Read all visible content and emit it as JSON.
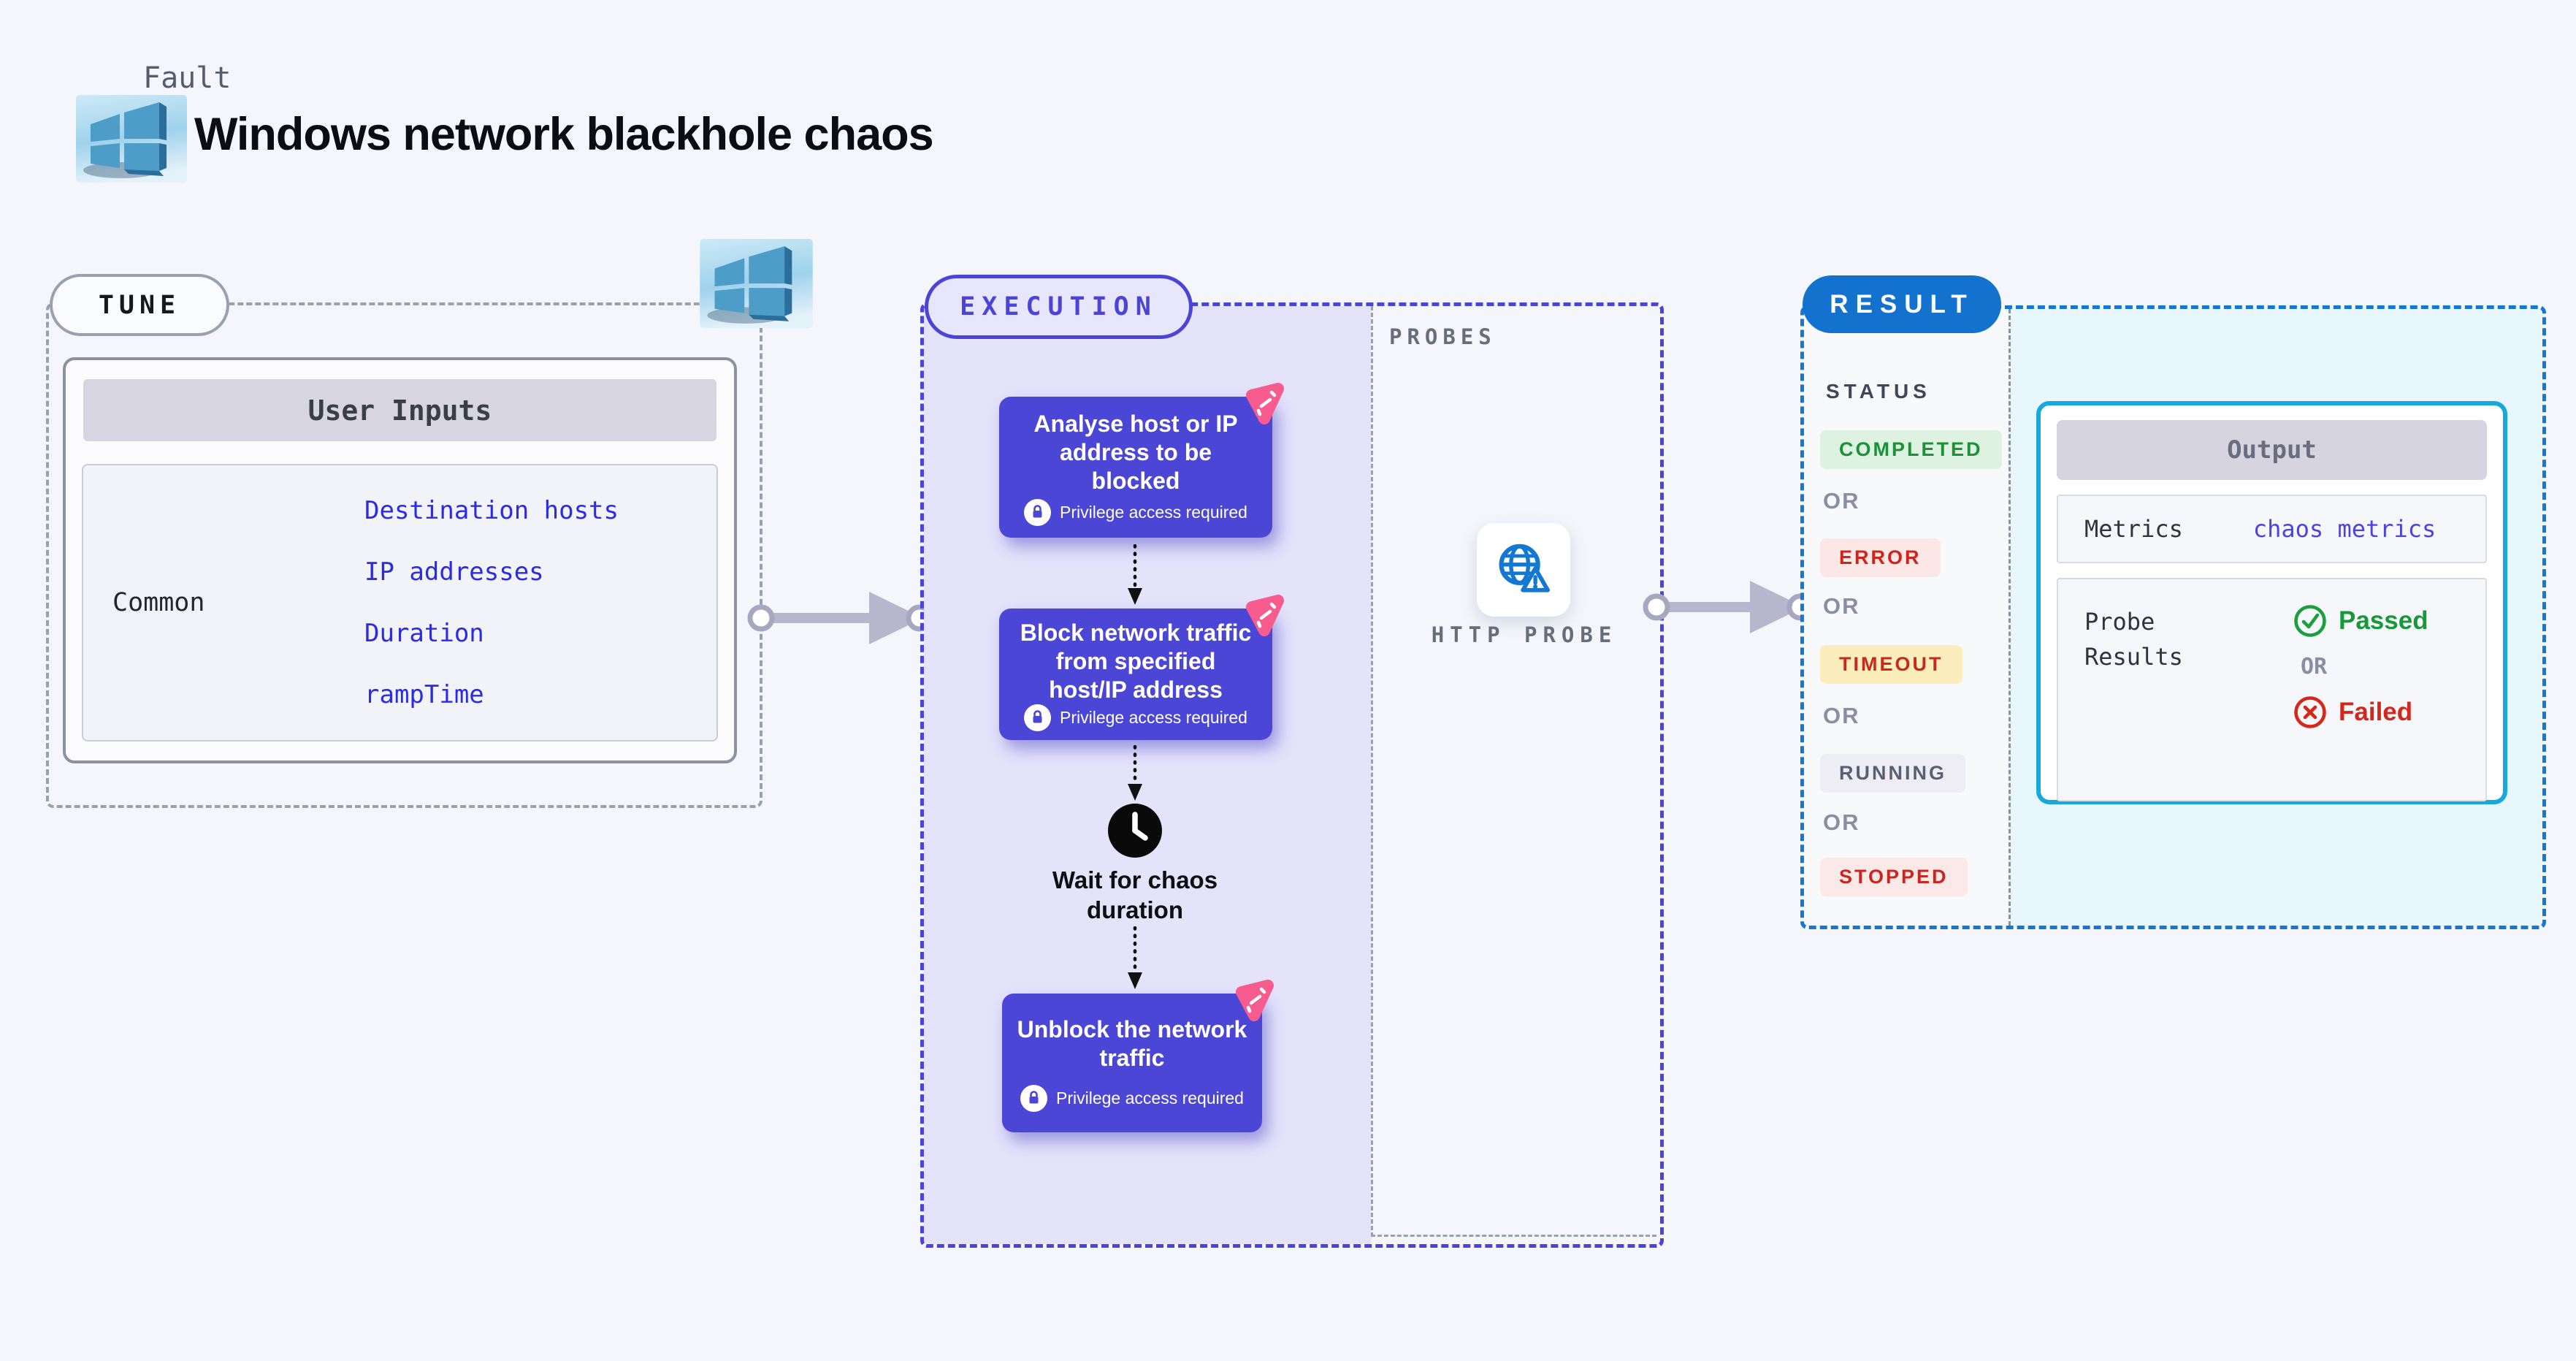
{
  "header": {
    "kicker": "Fault",
    "title": "Windows network blackhole chaos"
  },
  "tune": {
    "label": "TUNE",
    "card_title": "User Inputs",
    "row_label": "Common",
    "inputs": [
      "Destination hosts",
      "IP addresses",
      "Duration",
      "rampTime"
    ]
  },
  "execution": {
    "label": "EXECUTION",
    "steps": [
      {
        "title": "Analyse host or IP address to be blocked",
        "note": "Privilege access required"
      },
      {
        "title": "Block network traffic from specified host/IP address",
        "note": "Privilege access required"
      },
      {
        "title": "Unblock the network traffic",
        "note": "Privilege access required"
      }
    ],
    "wait_label": "Wait for chaos duration"
  },
  "probes": {
    "label": "PROBES",
    "probe_label": "HTTP PROBE"
  },
  "result": {
    "label": "RESULT",
    "status_title": "STATUS",
    "or_label": "OR",
    "statuses": [
      {
        "label": "COMPLETED",
        "bg": "#ddf2e0",
        "color": "#1d9138"
      },
      {
        "label": "ERROR",
        "bg": "#fbe7e6",
        "color": "#d2231a"
      },
      {
        "label": "TIMEOUT",
        "bg": "#fceebc",
        "color": "#c8291c"
      },
      {
        "label": "RUNNING",
        "bg": "#ededf3",
        "color": "#5c5f72"
      },
      {
        "label": "STOPPED",
        "bg": "#fbe9e8",
        "color": "#cc241e"
      }
    ],
    "output": {
      "title": "Output",
      "metrics_label": "Metrics",
      "metrics_value": "chaos metrics",
      "probe_results_label": "Probe Results",
      "passed_label": "Passed",
      "or_label": "OR",
      "failed_label": "Failed"
    }
  },
  "icons": {
    "windows_logo": "windows-logo-icon",
    "step_corner": "litmus-pink-flag-icon",
    "step_note": "lock-icon",
    "wait": "clock-icon",
    "probe": "globe-warning-icon",
    "passed": "check-circle-icon",
    "failed": "x-circle-icon"
  },
  "colors": {
    "page_bg": "#f4f6fb",
    "accent_indigo": "#4c46d6",
    "execution_fill": "#e4e3fa",
    "result_blue": "#1272cd",
    "output_cyan": "#17a8dc",
    "litmus_pink": "#f85b8e",
    "link_blue": "#2b2be2",
    "passed_green": "#17993a",
    "failed_red": "#d3271c",
    "connector_gray": "#b6b6cc"
  }
}
